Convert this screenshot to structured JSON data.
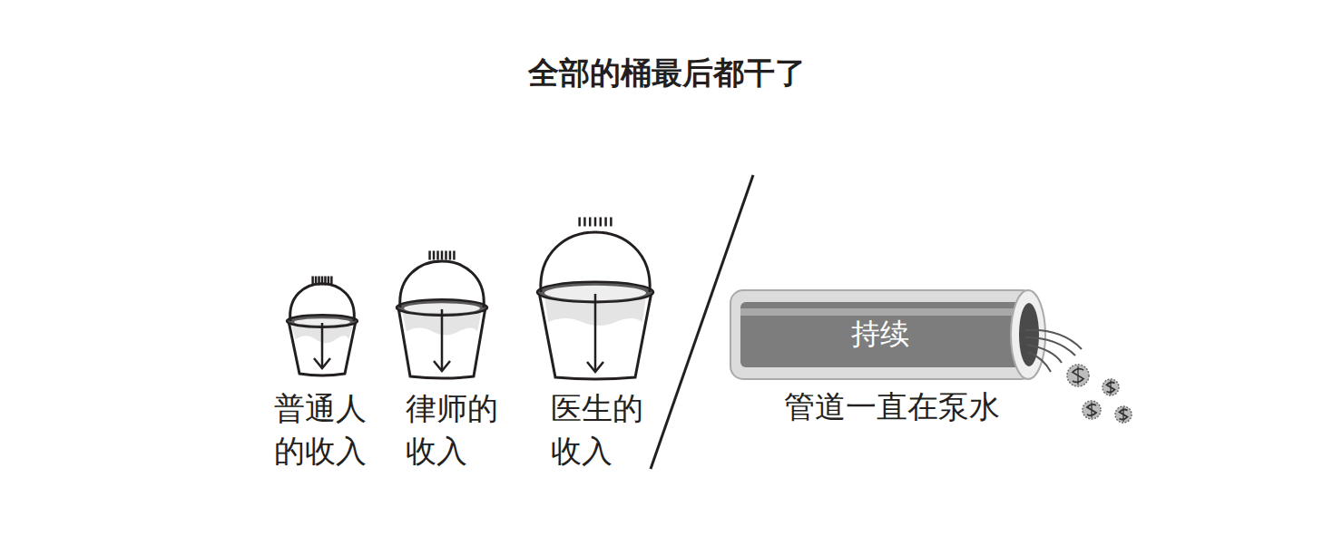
{
  "diagram": {
    "title": "全部的桶最后都干了",
    "nodes": [
      {
        "text": [
          "普通人 的收入"
        ]
      },
      {
        "text": [
          "律师的 收入"
        ]
      },
      {
        "text": [
          "医生的 收入"
        ]
      },
      {
        "text": [
          "持续",
          "管道一直在泵水"
        ]
      }
    ]
  }
}
